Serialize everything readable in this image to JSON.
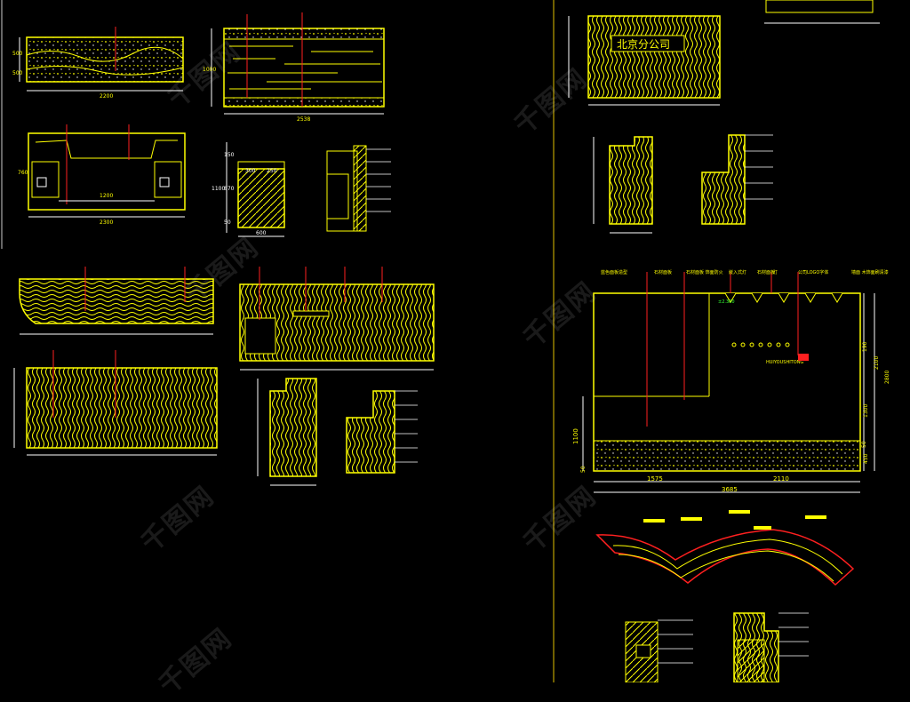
{
  "colors": {
    "background": "#000000",
    "drawing": "#ffff00",
    "dimension": "#ffffff",
    "accent_red": "#ff2020",
    "accent_green": "#33ff33",
    "cyan": "#00ffff",
    "magenta": "#ff33ff",
    "divider": "#e0c000"
  },
  "watermark": "千图网",
  "drawing": {
    "sign_text": "北京分公司",
    "brand_text": "HUIYOUSHITONG",
    "top_left": {
      "w_dim": "2200",
      "h1": "500",
      "h2": "500",
      "width2": "2538",
      "h3": "1000"
    },
    "elevation_desk": {
      "total": "2300",
      "mid": "1200",
      "h": "760"
    },
    "side_section": {
      "a": "300",
      "b": "250",
      "h1": "150",
      "h2": "870",
      "h3": "50",
      "total_h": "1100",
      "w": "600"
    },
    "main_elevation": {
      "left": "1575",
      "right": "2110",
      "total": "3685",
      "h_left": "1100",
      "h_top": "190",
      "h_main": "2100",
      "h_total": "2800",
      "h_mid": "1300",
      "h_low": "450",
      "h_small": "50",
      "h_corner": "50",
      "label_top": "±2.300"
    },
    "annotations": [
      "蓝色面板造型",
      "石材面板",
      "石材面板 饰面防火",
      "嵌入式灯",
      "石材面板",
      "灯",
      "公司LOGO字体",
      "墙面 木饰面刷清漆"
    ]
  }
}
